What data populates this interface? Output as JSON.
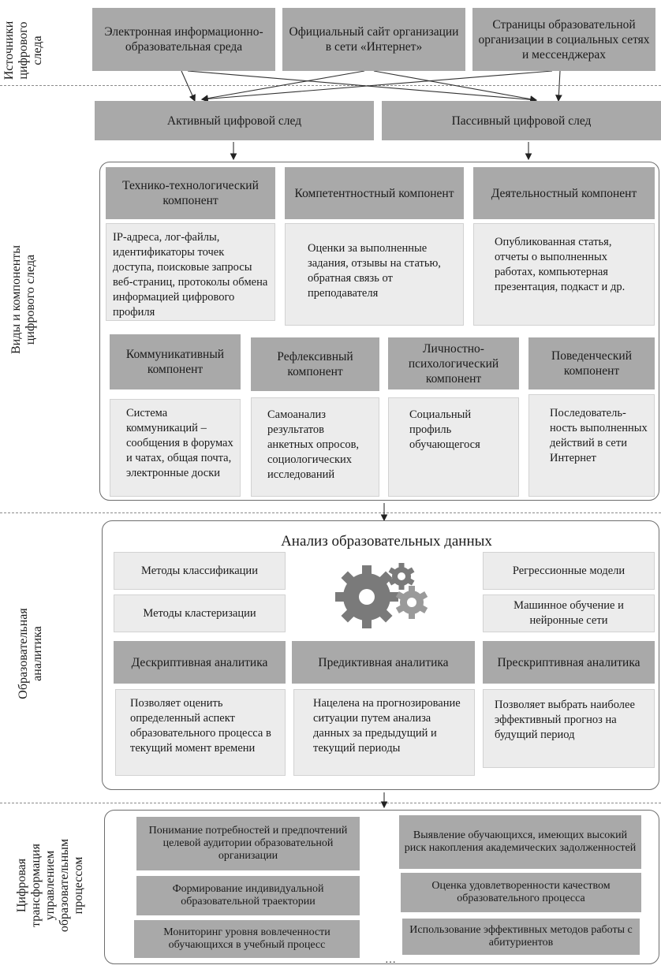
{
  "side_labels": {
    "sources": [
      "Источники",
      "цифрового",
      "следа"
    ],
    "types": [
      "Виды и компоненты",
      "цифрового следа"
    ],
    "analytics": [
      "Образовательная",
      "аналитика"
    ],
    "transformation": [
      "Цифровая",
      "трансформация",
      "управлением",
      "образовательным",
      "процессом"
    ]
  },
  "sources": [
    "Электронная информационно-образовательная среда",
    "Официальный сайт организации в сети «Интернет»",
    "Страницы образовательной организации в социальных сетях и мессенджерах"
  ],
  "trace_types": {
    "active": "Активный цифровой след",
    "passive": "Пассивный цифровой след"
  },
  "components_row1": [
    {
      "title": "Технико-технологический компонент",
      "desc": "IP-адреса, лог-файлы, идентификаторы точек доступа, поисковые запросы веб-страниц, протоколы обмена информацией цифрового профиля"
    },
    {
      "title": "Компетентностный компонент",
      "desc": "Оценки за выполненные задания, отзывы на статью, обратная связь от преподавателя"
    },
    {
      "title": "Деятельностный компонент",
      "desc": "Опубликованная статья, отчеты о выполненных работах, компьютерная презентация, подкаст и др."
    }
  ],
  "components_row2": [
    {
      "title": "Коммуникативный компонент",
      "desc": "Система коммуникаций – сообщения в форумах и чатах, общая почта, электронные доски"
    },
    {
      "title": "Рефлексивный компонент",
      "desc": "Самоанализ результатов анкетных опросов, социологических исследований"
    },
    {
      "title": "Личностно-психологический компонент",
      "desc": "Социальный профиль обучающегося"
    },
    {
      "title": "Поведенческий компонент",
      "desc": "Последователь-ность выполненных действий в сети Интернет"
    }
  ],
  "analytics": {
    "title": "Анализ образовательных данных",
    "methods_left": [
      "Методы классификации",
      "Методы кластеризации"
    ],
    "methods_right": [
      "Регрессионные модели",
      "Машинное обучение и нейронные сети"
    ],
    "types": [
      {
        "title": "Дескриптивная аналитика",
        "desc": "Позволяет оценить определенный аспект образовательного процесса в текущий момент времени"
      },
      {
        "title": "Предиктивная аналитика",
        "desc": "Нацелена на прогнозирование ситуации путем анализа данных за предыдущий и текущий периоды"
      },
      {
        "title": "Прескриптивная аналитика",
        "desc": "Позволяет выбрать наиболее эффективный прогноз на будущий период"
      }
    ]
  },
  "transformation": {
    "left": [
      "Понимание потребностей и предпочтений целевой аудитории образовательной организации",
      "Формирование индивидуальной образовательной траектории",
      "Мониторинг уровня вовлеченности обучающихся в учебный процесс"
    ],
    "right": [
      "Выявление обучающихся, имеющих высокий риск накопления академических задолженностей",
      "Оценка удовлетворенности качеством образовательного процесса",
      "Использование эффективных методов работы с абитуриентов"
    ],
    "ellipsis": "…"
  },
  "colors": {
    "dark_box": "#a9a9a9",
    "light_box": "#ececec",
    "border": "#6d6d6d",
    "gear": "#7a7a7a"
  }
}
